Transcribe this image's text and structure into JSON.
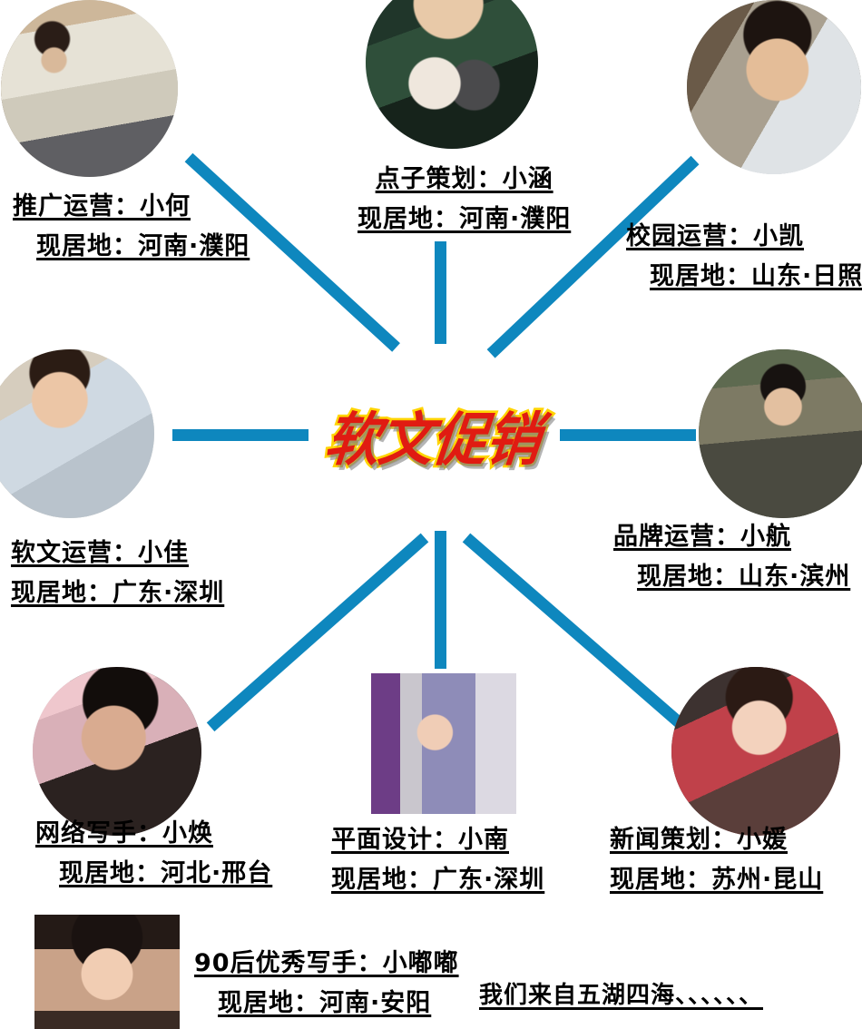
{
  "poster": {
    "center_title": "软文促销",
    "tagline": "我们来自五湖四海、、、、、、",
    "accent_color": "#0e87be",
    "title_fill_color": "#e01b12",
    "title_stroke_color": "#ffd400",
    "background_color": "#ffffff"
  },
  "members": [
    {
      "id": "tuiguang-yunying",
      "role_line": "推广运营：小何",
      "location_line": "现居地：河南·濮阳",
      "photo_shape": "circle"
    },
    {
      "id": "dianzi-cehua",
      "role_line": "点子策划：小涵",
      "location_line": "现居地：河南·濮阳",
      "photo_shape": "circle"
    },
    {
      "id": "xiaoyuan-yunying",
      "role_line": "校园运营：小凯",
      "location_line": "现居地：山东·日照",
      "photo_shape": "circle"
    },
    {
      "id": "ruanwen-yunying",
      "role_line": "软文运营：小佳",
      "location_line": "现居地：广东·深圳",
      "photo_shape": "circle"
    },
    {
      "id": "pinpai-yunying",
      "role_line": "品牌运营：小航",
      "location_line": "现居地：山东·滨州",
      "photo_shape": "circle"
    },
    {
      "id": "wangluo-xieshou",
      "role_line": "网络写手：小焕",
      "location_line": "现居地：河北·邢台",
      "photo_shape": "circle"
    },
    {
      "id": "pingmian-sheji",
      "role_line": "平面设计：小南",
      "location_line": "现居地：广东·深圳",
      "photo_shape": "rectangle"
    },
    {
      "id": "xinwen-cehua",
      "role_line": "新闻策划：小媛",
      "location_line": "现居地：苏州·昆山",
      "photo_shape": "circle"
    },
    {
      "id": "jiuling-hou-xieshou",
      "role_line": "90后优秀写手：小嘟嘟",
      "location_line": "现居地：河南·安阳",
      "photo_shape": "rectangle"
    }
  ]
}
